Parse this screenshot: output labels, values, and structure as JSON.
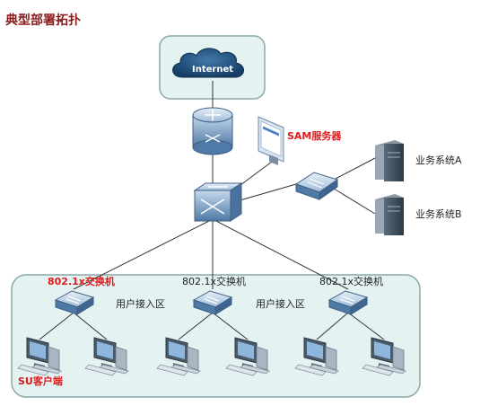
{
  "title": "典型部署拓扑",
  "internet": {
    "label": "Internet"
  },
  "sam_server": {
    "label": "SAM服务器"
  },
  "business_systems": [
    {
      "label": "业务系统A"
    },
    {
      "label": "业务系统B"
    }
  ],
  "access_switches": [
    {
      "label": "802.1x交换机",
      "highlight": true
    },
    {
      "label": "802.1x交换机",
      "highlight": false
    },
    {
      "label": "802.1x交换机",
      "highlight": false
    }
  ],
  "user_zones": [
    {
      "label": "用户接入区"
    },
    {
      "label": "用户接入区"
    }
  ],
  "su_client": {
    "label": "SU客户端"
  },
  "colors": {
    "title": "#8b1a1a",
    "highlight": "#e01b1b",
    "zone_fill": "#e4f2f1",
    "zone_stroke": "#8aa9a8",
    "device_blue": "#5e86b0",
    "cloud": "#1d4e7a"
  }
}
